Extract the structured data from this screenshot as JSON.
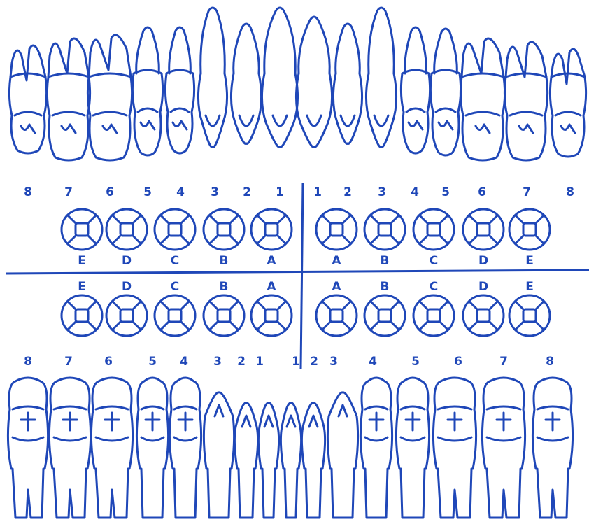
{
  "ink_color": "#1f47b8",
  "upper_permanent_numbers": {
    "right": [
      "8",
      "7",
      "6",
      "5",
      "4",
      "3",
      "2",
      "1"
    ],
    "left": [
      "1",
      "2",
      "3",
      "4",
      "5",
      "6",
      "7",
      "8"
    ]
  },
  "lower_permanent_numbers": {
    "right": [
      "8",
      "7",
      "6",
      "5",
      "4",
      "3",
      "2",
      "1"
    ],
    "left": [
      "1",
      "2",
      "3",
      "4",
      "5",
      "6",
      "7",
      "8"
    ]
  },
  "upper_deciduous_letters": {
    "right": [
      "E",
      "D",
      "C",
      "B",
      "A"
    ],
    "left": [
      "A",
      "B",
      "C",
      "D",
      "E"
    ]
  },
  "lower_deciduous_letters": {
    "right": [
      "E",
      "D",
      "C",
      "B",
      "A"
    ],
    "left": [
      "A",
      "B",
      "C",
      "D",
      "E"
    ]
  }
}
